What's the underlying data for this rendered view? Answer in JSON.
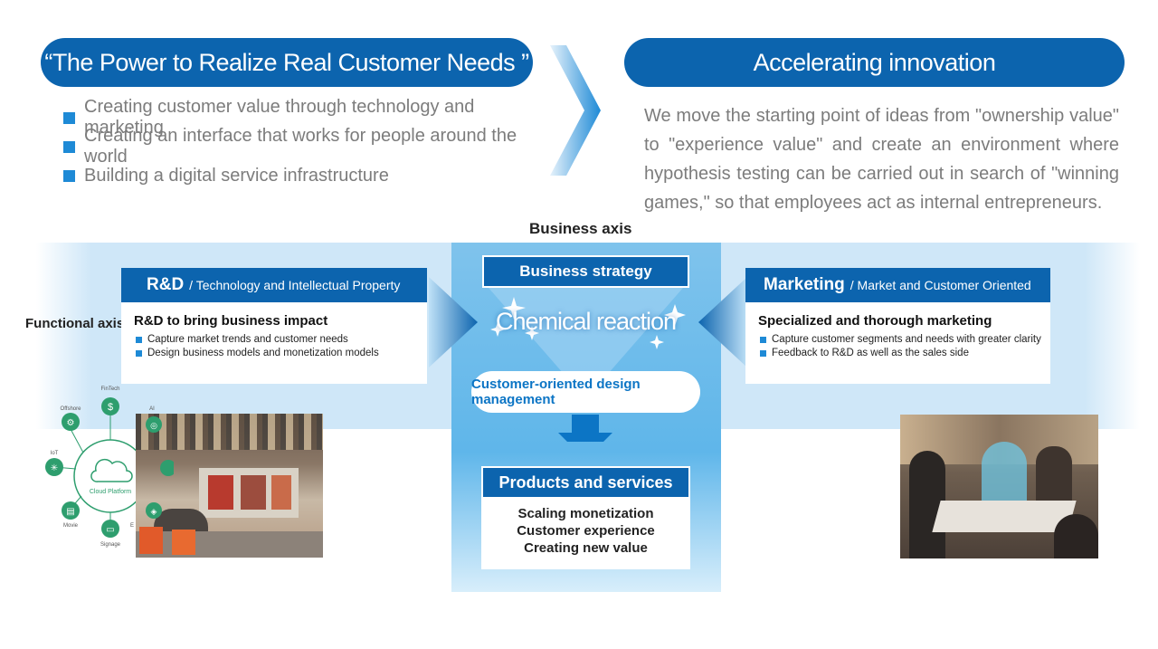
{
  "left_banner": {
    "title": "“The Power to Realize Real Customer Needs ”",
    "bullets": [
      "Creating customer value through technology and marketing",
      "Creating an interface that works for people around the world",
      "Building a digital service infrastructure"
    ]
  },
  "right_banner": {
    "title": "Accelerating innovation",
    "text": "We move the starting point of ideas from \"ownership value\" to \"experience value\" and create an environment where hypothesis testing can be carried out in search of \"winning games,\" so that employees act as internal entrepreneurs."
  },
  "axes": {
    "business": "Business axis",
    "functional": "Functional axis"
  },
  "rnd_card": {
    "title_bold": "R&D",
    "title_sub": "/ Technology and Intellectual Property",
    "heading": "R&D to bring business impact",
    "items": [
      "Capture market trends and customer needs",
      "Design business models and monetization models"
    ]
  },
  "marketing_card": {
    "title_bold": "Marketing",
    "title_sub": "/ Market and Customer Oriented",
    "heading": "Specialized and thorough marketing",
    "items": [
      "Capture customer segments and needs with greater clarity",
      "Feedback to R&D as well as the sales side"
    ]
  },
  "center": {
    "strategy": "Business strategy",
    "reaction": "Chemical reaction",
    "design": "Customer-oriented design management",
    "products_title": "Products and services",
    "products_lines": [
      "Scaling monetization",
      "Customer experience",
      "Creating new value"
    ]
  },
  "platform": {
    "hub": "Cloud Platform",
    "nodes": [
      {
        "label": "FinTech",
        "icon": "dollar-icon",
        "glyph": "$"
      },
      {
        "label": "AI",
        "icon": "brain-icon",
        "glyph": "◎"
      },
      {
        "label": "Offshore",
        "icon": "gear-icon",
        "glyph": "⚙"
      },
      {
        "label": "IoT",
        "icon": "network-icon",
        "glyph": "✳"
      },
      {
        "label": "Movie",
        "icon": "film-icon",
        "glyph": "▤"
      },
      {
        "label": "Signage",
        "icon": "display-icon",
        "glyph": "▭"
      },
      {
        "label": "E",
        "icon": "box-icon",
        "glyph": "◈"
      }
    ]
  },
  "colors": {
    "primary": "#0c64ae",
    "accent": "#1e8ad6",
    "band": "#cfe7f8",
    "node": "#2e9e6e"
  }
}
